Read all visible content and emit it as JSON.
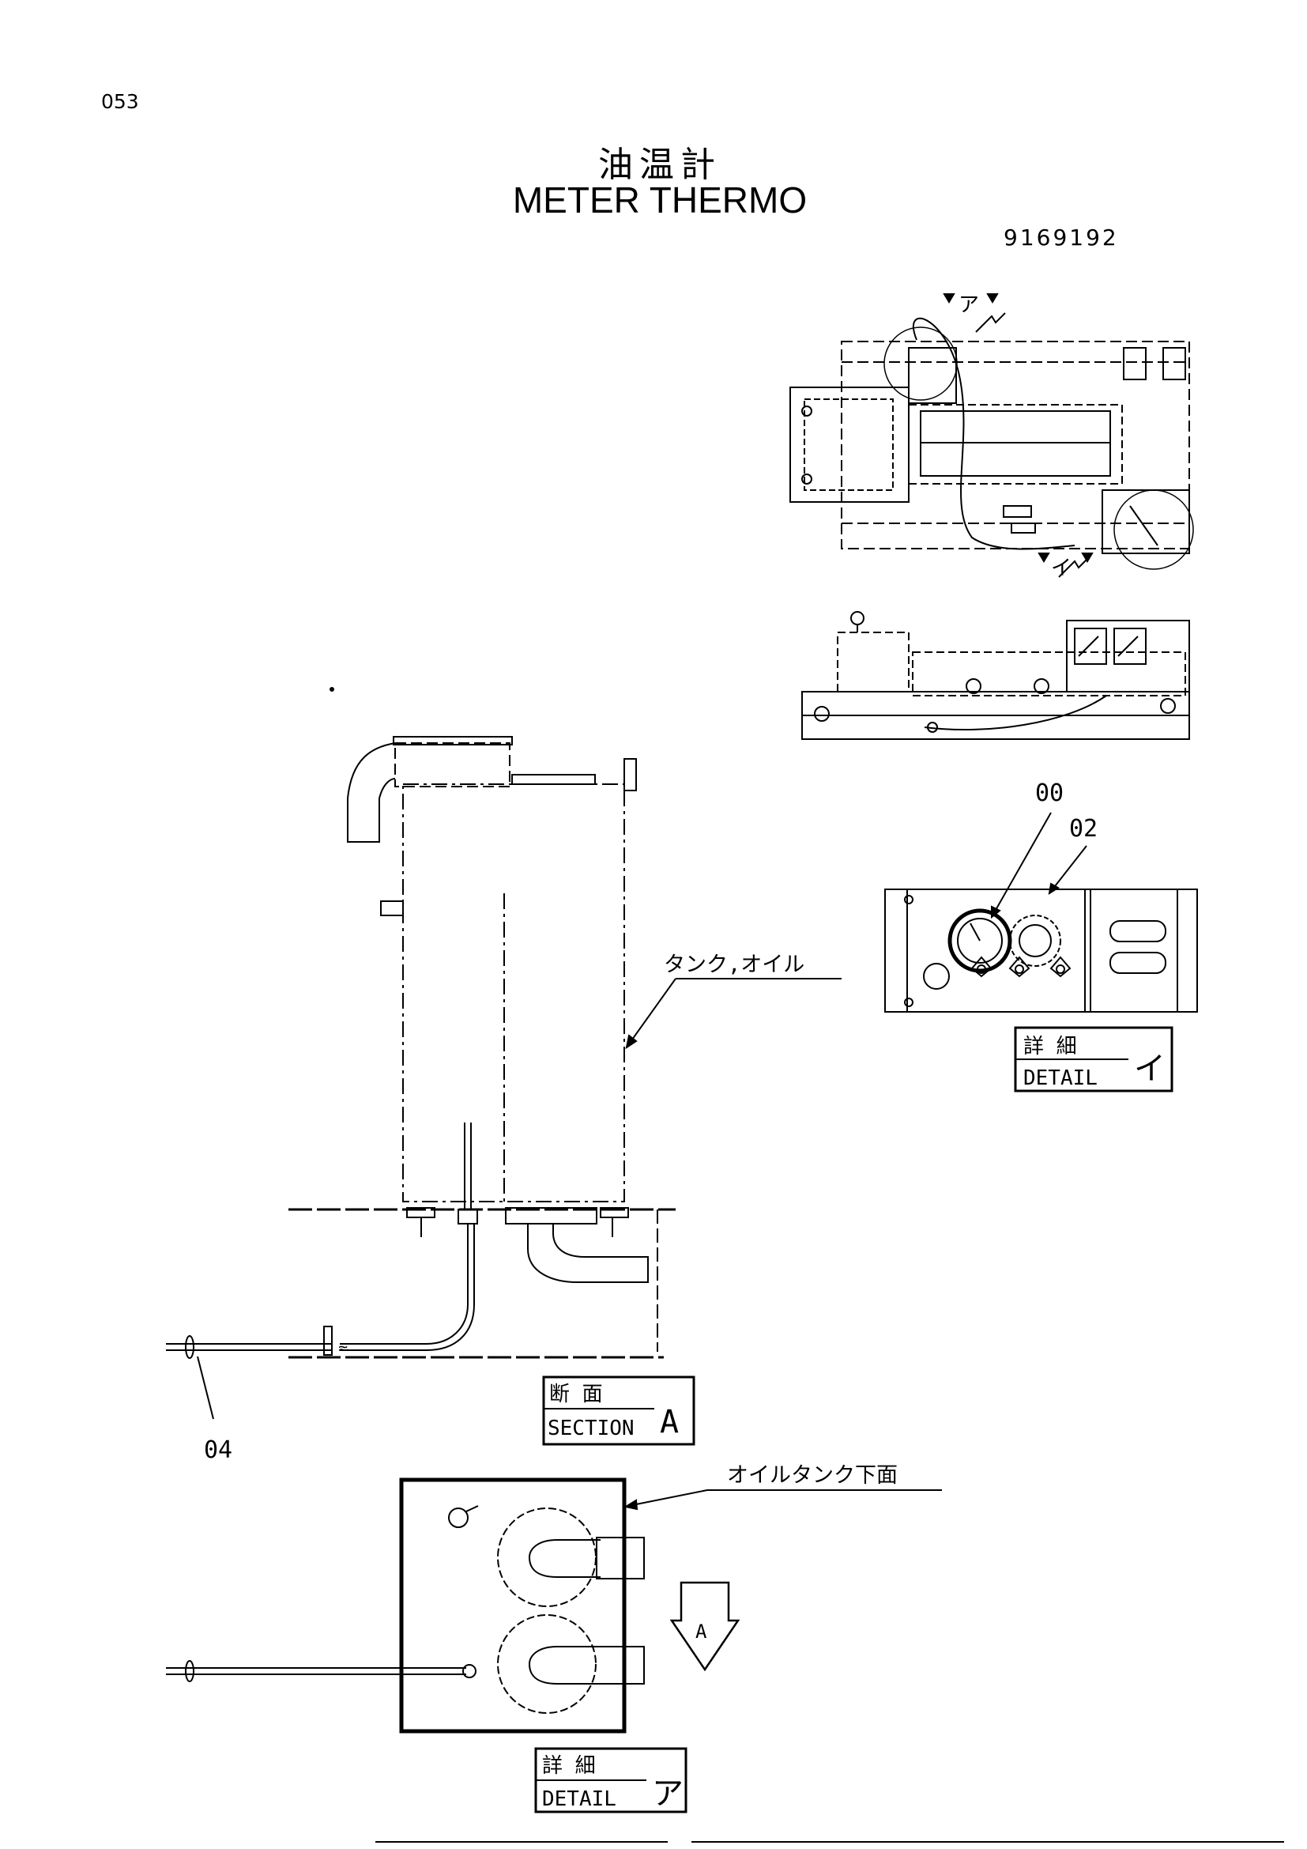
{
  "page_number": "053",
  "title_jp": "油温計",
  "title_en": "METER THERMO",
  "part_number": "9169192",
  "view_arrows": {
    "a": "ア",
    "i": "イ"
  },
  "callouts": {
    "c00": "00",
    "c02": "02",
    "c04": "04"
  },
  "leaders": {
    "tank_oil": "タンク,オイル",
    "tank_bottom": "オイルタンク下面"
  },
  "section_a": {
    "jp": "断 面",
    "en": "SECTION",
    "letter": "A"
  },
  "detail_i": {
    "jp": "詳 細",
    "en": "DETAIL",
    "letter": "イ"
  },
  "detail_a": {
    "jp": "詳 細",
    "en": "DETAIL",
    "letter": "ア"
  },
  "view_marker": "A"
}
